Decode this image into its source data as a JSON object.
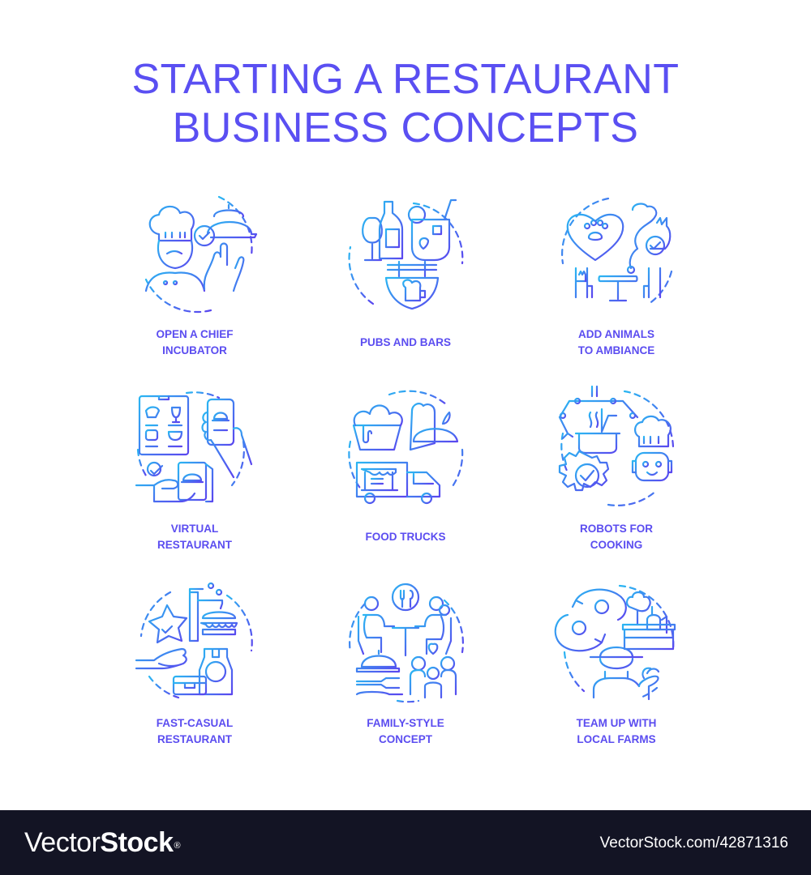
{
  "title": {
    "line1": "STARTING A RESTAURANT",
    "line2": "BUSINESS CONCEPTS"
  },
  "colors": {
    "title": "#5a4ff2",
    "label": "#5b4df0",
    "gradient_start": "#2ab6f2",
    "gradient_end": "#5a46ef",
    "footer_bg": "#131424",
    "footer_text": "#ffffff"
  },
  "concepts": [
    {
      "icon": "chef-incubator-icon",
      "line1": "OPEN A CHIEF",
      "line2": "INCUBATOR"
    },
    {
      "icon": "pubs-bars-icon",
      "line1": "PUBS AND BARS",
      "line2": ""
    },
    {
      "icon": "animals-ambiance-icon",
      "line1": "ADD ANIMALS",
      "line2": "TO AMBIANCE"
    },
    {
      "icon": "virtual-restaurant-icon",
      "line1": "VIRTUAL",
      "line2": "RESTAURANT"
    },
    {
      "icon": "food-trucks-icon",
      "line1": "FOOD TRUCKS",
      "line2": ""
    },
    {
      "icon": "cooking-robots-icon",
      "line1": "ROBOTS FOR",
      "line2": "COOKING"
    },
    {
      "icon": "fast-casual-icon",
      "line1": "FAST-CASUAL",
      "line2": "RESTAURANT"
    },
    {
      "icon": "family-style-icon",
      "line1": "FAMILY-STYLE",
      "line2": "CONCEPT"
    },
    {
      "icon": "local-farms-icon",
      "line1": "TEAM UP WITH",
      "line2": "LOCAL FARMS"
    }
  ],
  "footer": {
    "brand_light": "Vector",
    "brand_bold": "Stock",
    "registered": "®",
    "url": "VectorStock.com/42871316"
  }
}
